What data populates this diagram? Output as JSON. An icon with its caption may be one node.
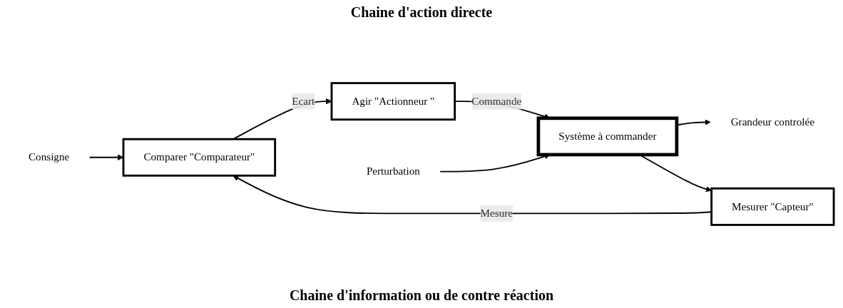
{
  "diagram": {
    "nodes": [
      {
        "text": [
          "Consigne"
        ]
      },
      {
        "text": [
          "Comparer \"Comparateur\""
        ]
      },
      {
        "text": [
          "Agir \"Actionneur \""
        ]
      },
      {
        "text": [
          "Système à commander"
        ]
      },
      {
        "text": [
          "Mesurer \"Capteur\""
        ]
      },
      {
        "text": [
          "Perturbation"
        ]
      },
      {
        "text": [
          "Grandeur controlée"
        ]
      }
    ],
    "edges": [
      {
        "from": 0,
        "to": 1,
        "arrow": "to"
      },
      {
        "from": 1,
        "to": 2,
        "arrow": "to",
        "label": "Ecart"
      },
      {
        "from": 2,
        "to": 3,
        "arrow": "to",
        "label": "Commande"
      },
      {
        "from": 5,
        "to": 3,
        "arrow": "to"
      },
      {
        "from": 3,
        "to": 6,
        "arrow": "to"
      },
      {
        "from": 3,
        "to": 4,
        "arrow": "to"
      },
      {
        "from": 4,
        "to": 1,
        "arrow": "to",
        "label": "Mesure"
      }
    ],
    "labels": [
      "Chaine d'action directe",
      "Chaine d'information ou de contre réaction"
    ]
  }
}
